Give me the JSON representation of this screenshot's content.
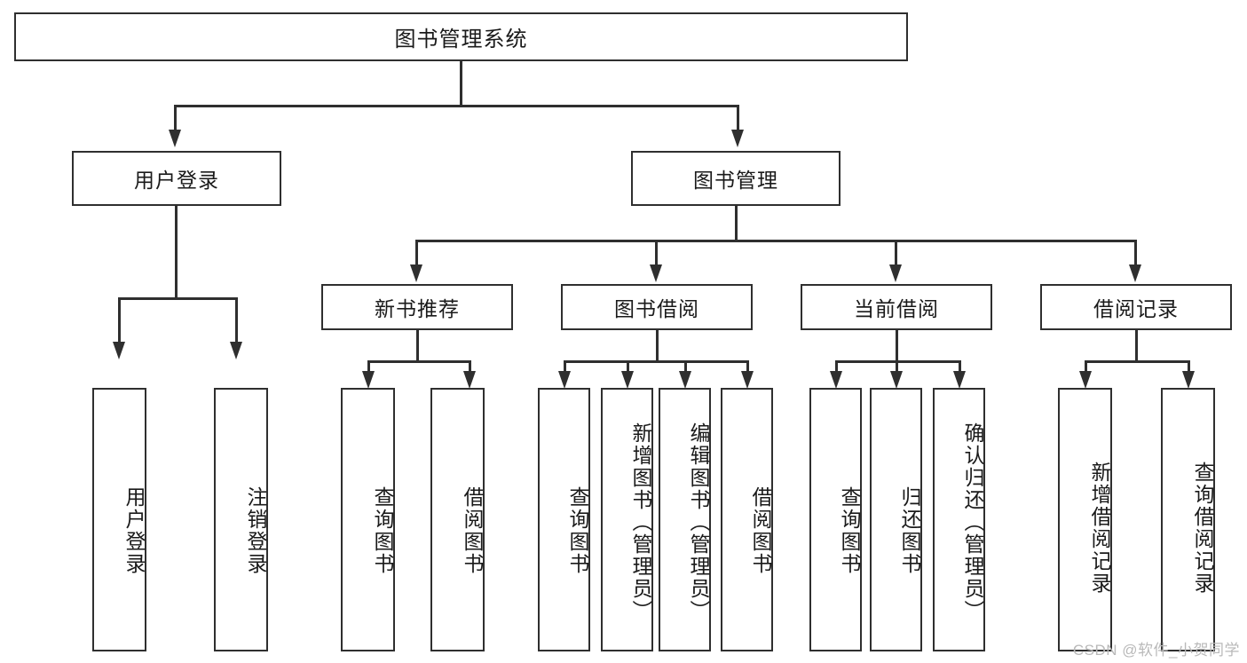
{
  "diagram": {
    "title": "图书管理系统",
    "type": "tree-hierarchy-diagram",
    "root": {
      "label": "图书管理系统"
    },
    "level2": [
      {
        "label": "用户登录"
      },
      {
        "label": "图书管理"
      }
    ],
    "level3": [
      {
        "label": "新书推荐"
      },
      {
        "label": "图书借阅"
      },
      {
        "label": "当前借阅"
      },
      {
        "label": "借阅记录"
      }
    ],
    "leaves": {
      "user_login": [
        {
          "label": "用户登录"
        },
        {
          "label": "注销登录"
        }
      ],
      "new_book_recommend": [
        {
          "label": "查询图书"
        },
        {
          "label": "借阅图书"
        }
      ],
      "book_borrow": [
        {
          "label": "查询图书"
        },
        {
          "label": "新增图书（管理员）"
        },
        {
          "label": "编辑图书（管理员）"
        },
        {
          "label": "借阅图书"
        }
      ],
      "current_borrow": [
        {
          "label": "查询图书"
        },
        {
          "label": "归还图书"
        },
        {
          "label": "确认归还（管理员）"
        }
      ],
      "borrow_record": [
        {
          "label": "新增借阅记录"
        },
        {
          "label": "查询借阅记录"
        }
      ]
    }
  },
  "watermark": {
    "text": "CSDN @软件_小贺同学"
  },
  "colors": {
    "stroke": "#2f2f2f",
    "background": "#ffffff",
    "text": "#1a1a1a",
    "watermark": "#b9b9b9"
  }
}
